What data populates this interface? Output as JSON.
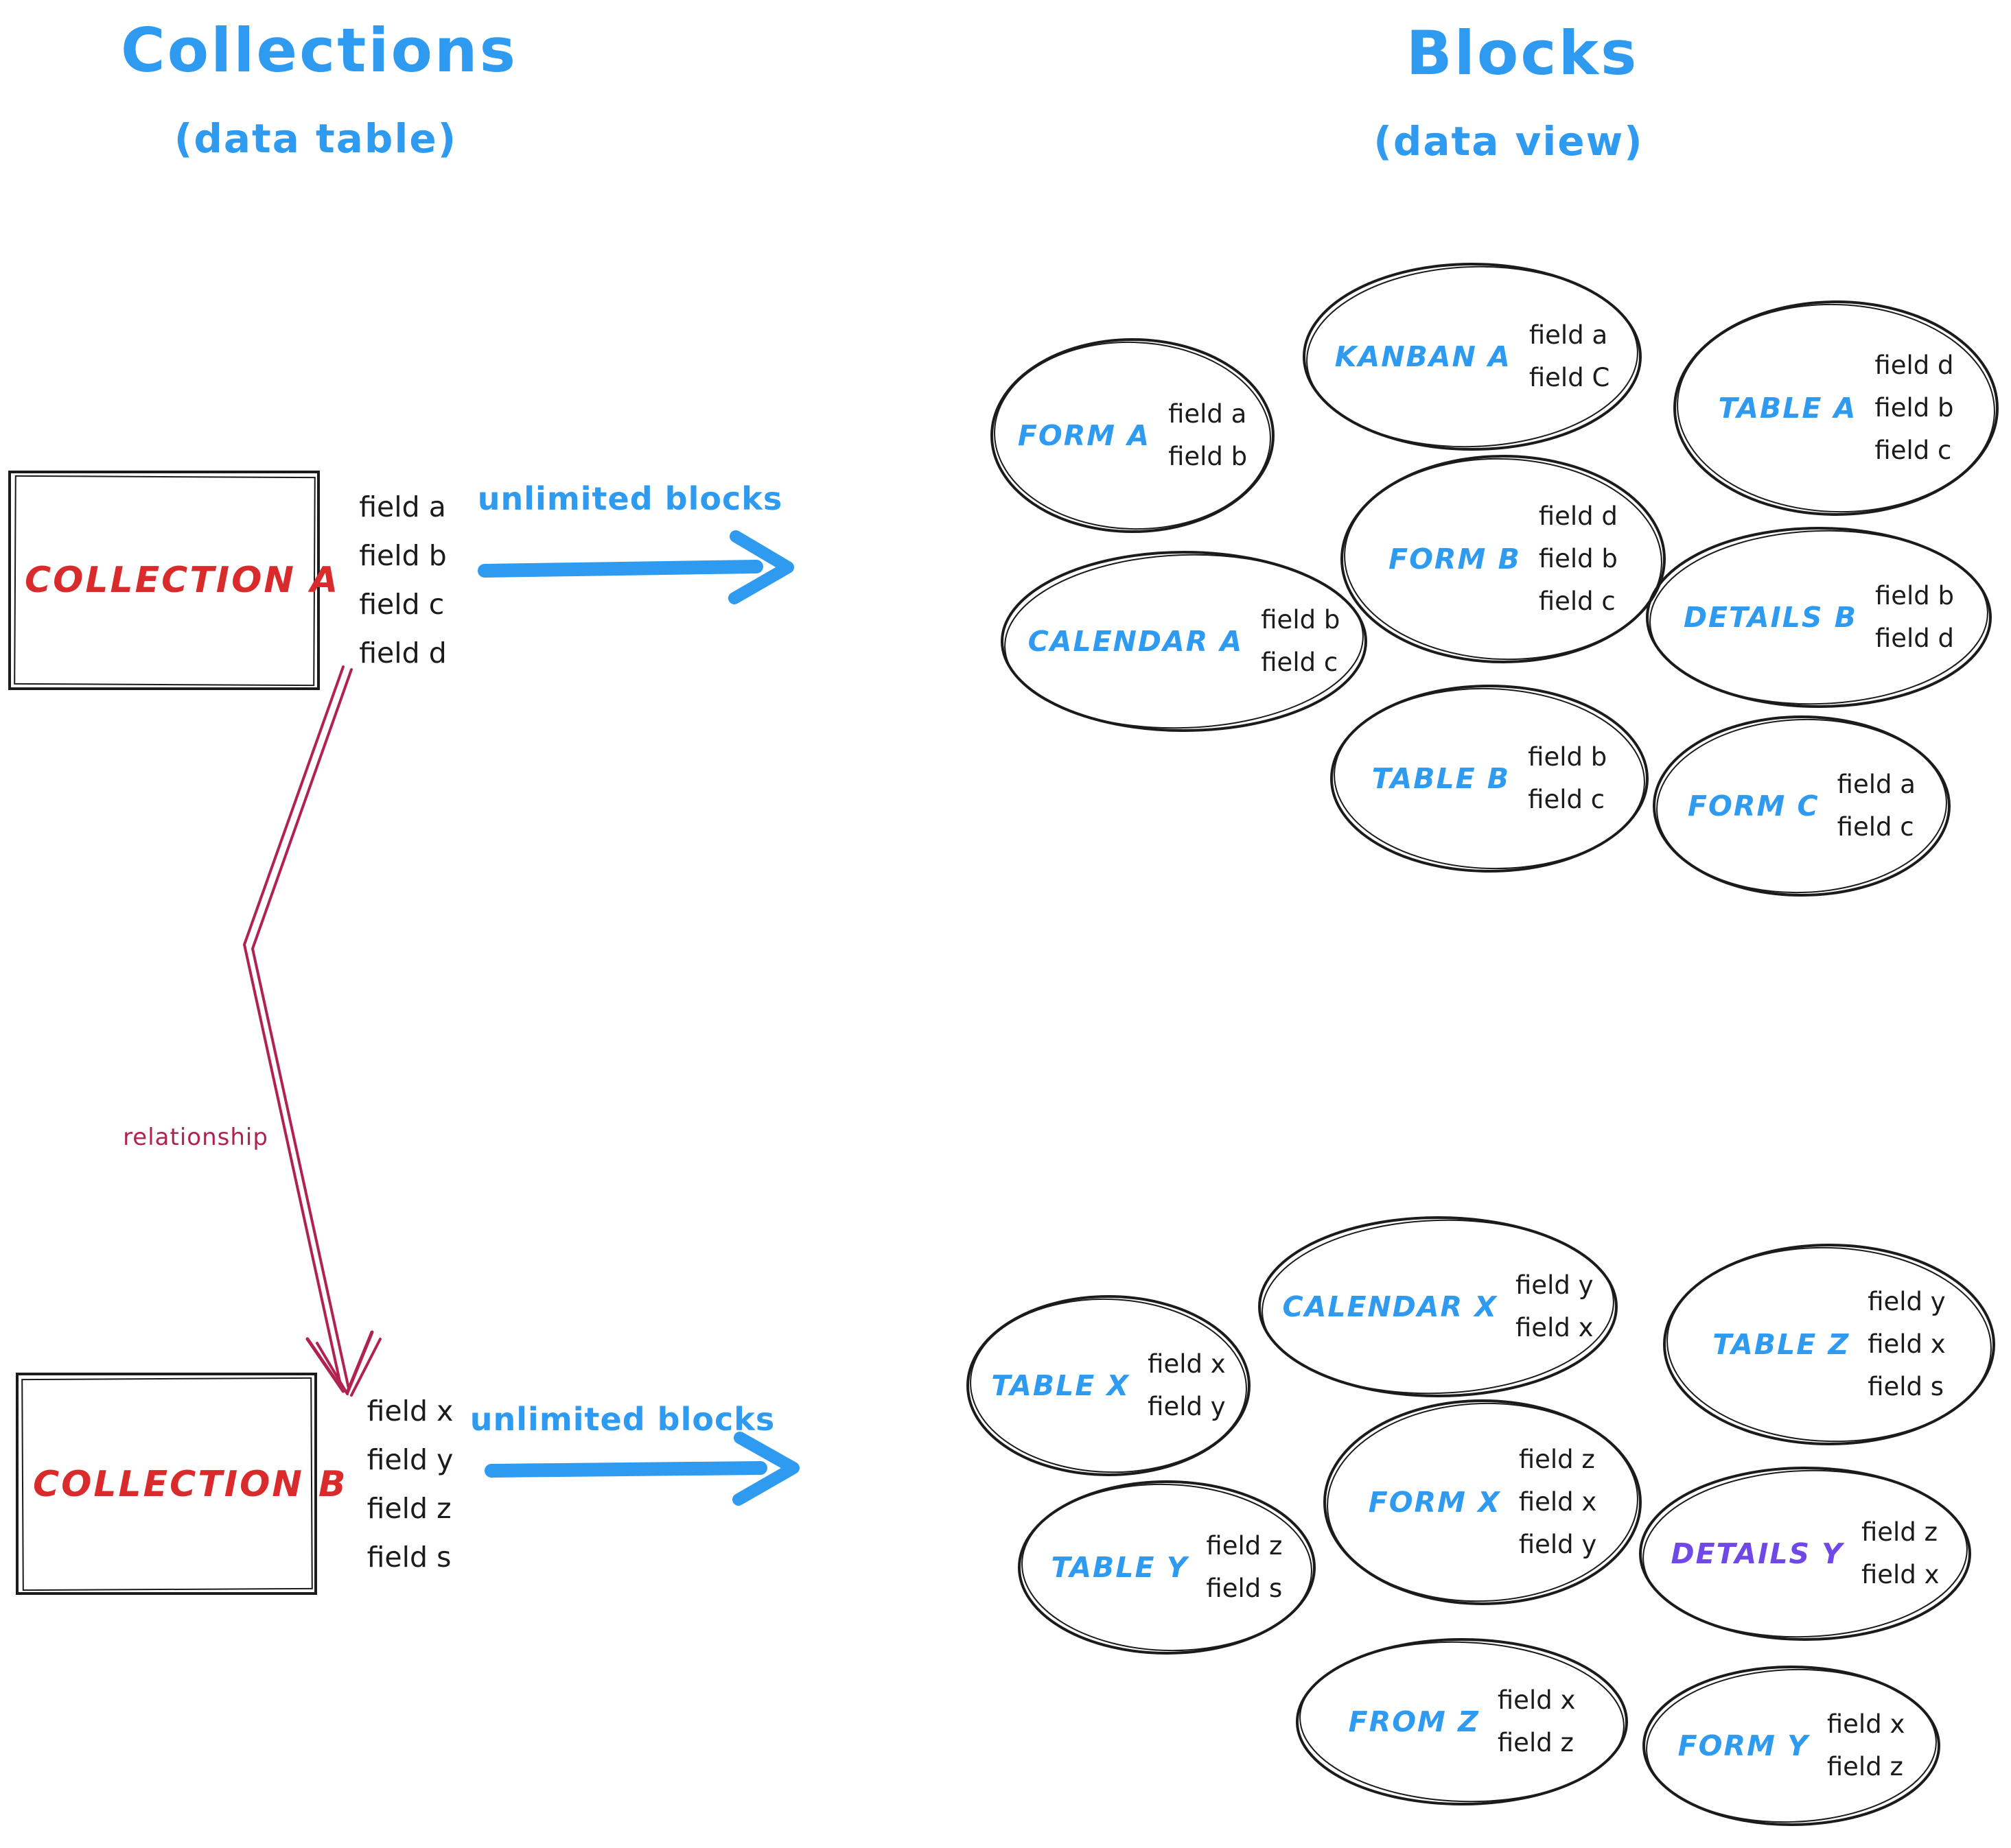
{
  "left_column": {
    "title": "Collections",
    "subtitle": "(data table)",
    "relationship_label": "relationship",
    "collections": [
      {
        "name": "COLLECTION A",
        "fields": [
          "field a",
          "field b",
          "field c",
          "field d"
        ],
        "arrow_label": "unlimited blocks"
      },
      {
        "name": "COLLECTION B",
        "fields": [
          "field x",
          "field y",
          "field z",
          "field s"
        ],
        "arrow_label": "unlimited blocks"
      }
    ]
  },
  "right_column": {
    "title": "Blocks",
    "subtitle": "(data view)",
    "top_blocks": [
      {
        "name": "FORM A",
        "fields": [
          "field a",
          "field b"
        ]
      },
      {
        "name": "KANBAN A",
        "fields": [
          "field a",
          "field C"
        ]
      },
      {
        "name": "TABLE A",
        "fields": [
          "field d",
          "field b",
          "field c"
        ]
      },
      {
        "name": "CALENDAR A",
        "fields": [
          "field b",
          "field c"
        ]
      },
      {
        "name": "FORM B",
        "fields": [
          "field d",
          "field b",
          "field c"
        ]
      },
      {
        "name": "DETAILS B",
        "fields": [
          "field b",
          "field d"
        ]
      },
      {
        "name": "TABLE B",
        "fields": [
          "field b",
          "field c"
        ]
      },
      {
        "name": "FORM C",
        "fields": [
          "field a",
          "field c"
        ]
      }
    ],
    "bottom_blocks": [
      {
        "name": "TABLE X",
        "fields": [
          "field x",
          "field y"
        ]
      },
      {
        "name": "CALENDAR X",
        "fields": [
          "field y",
          "field x"
        ]
      },
      {
        "name": "TABLE Z",
        "fields": [
          "field y",
          "field x",
          "field s"
        ]
      },
      {
        "name": "FORM X",
        "fields": [
          "field z",
          "field x",
          "field y"
        ]
      },
      {
        "name": "TABLE Y",
        "fields": [
          "field z",
          "field s"
        ]
      },
      {
        "name": "DETAILS Y",
        "fields": [
          "field z",
          "field x"
        ]
      },
      {
        "name": "FROM Z",
        "fields": [
          "field x",
          "field z"
        ]
      },
      {
        "name": "FORM Y",
        "fields": [
          "field x",
          "field z"
        ]
      }
    ]
  },
  "colors": {
    "blue": "#2e9bf0",
    "red": "#d92b2b",
    "crimson": "#b0234f",
    "purple": "#7048e8",
    "ink": "#1b1b1b"
  }
}
